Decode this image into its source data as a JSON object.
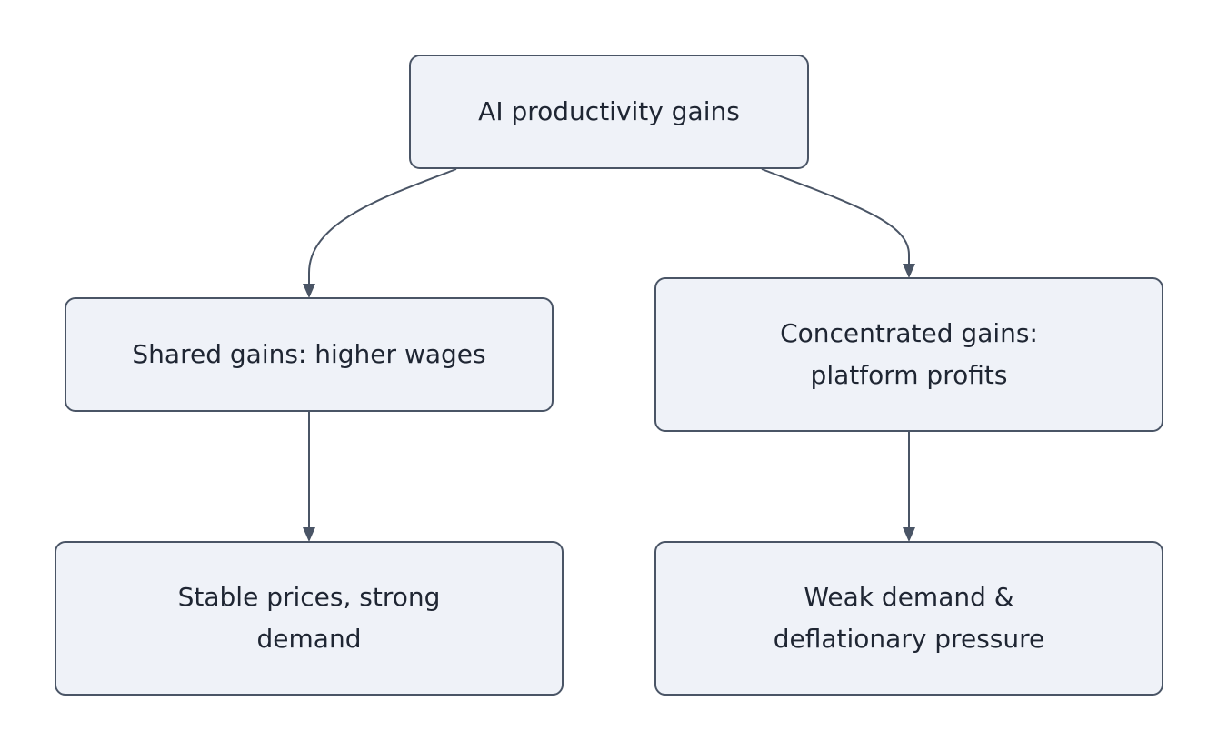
{
  "diagram": {
    "node_fill": "#eff2f8",
    "node_border": "#4a5566",
    "edge_color": "#4a5566",
    "nodes": {
      "ai": {
        "label": "AI productivity gains"
      },
      "shared": {
        "label": "Shared gains: higher wages"
      },
      "concentrated": {
        "label": "Concentrated gains:\nplatform profits"
      },
      "stable": {
        "label": "Stable prices, strong\ndemand"
      },
      "weak": {
        "label": "Weak demand &\ndeflationary pressure"
      }
    },
    "edges": [
      {
        "from": "ai",
        "to": "shared"
      },
      {
        "from": "ai",
        "to": "concentrated"
      },
      {
        "from": "shared",
        "to": "stable"
      },
      {
        "from": "concentrated",
        "to": "weak"
      }
    ]
  }
}
